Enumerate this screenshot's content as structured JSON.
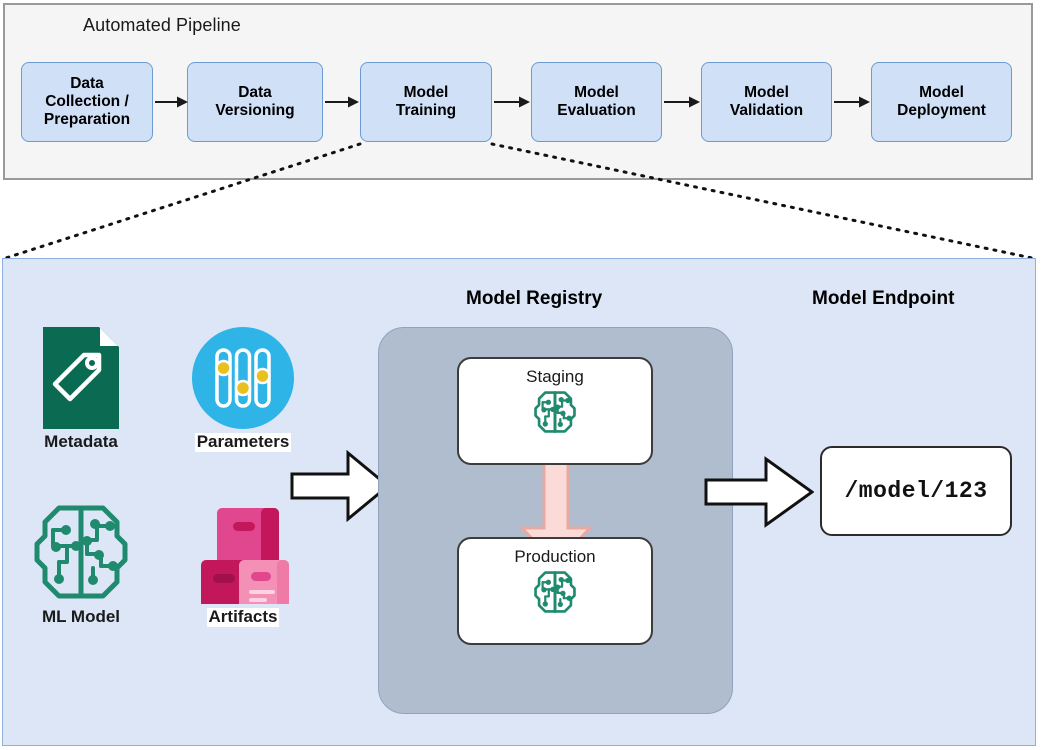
{
  "pipeline": {
    "title": "Automated Pipeline",
    "stages": [
      {
        "label": "Data\nCollection /\nPreparation",
        "name": "stage-data-collection"
      },
      {
        "label": "Data\nVersioning",
        "name": "stage-data-versioning"
      },
      {
        "label": "Model\nTraining",
        "name": "stage-model-training"
      },
      {
        "label": "Model\nEvaluation",
        "name": "stage-model-evaluation"
      },
      {
        "label": "Model\nValidation",
        "name": "stage-model-validation"
      },
      {
        "label": "Model\nDeployment",
        "name": "stage-model-deployment"
      }
    ]
  },
  "detail": {
    "headings": {
      "registry": "Model Registry",
      "endpoint": "Model Endpoint"
    },
    "assets": [
      {
        "label": "Metadata",
        "icon": "document-tag-icon"
      },
      {
        "label": "Parameters",
        "icon": "sliders-circle-icon"
      },
      {
        "label": "ML Model",
        "icon": "brain-circuit-icon"
      },
      {
        "label": "Artifacts",
        "icon": "boxes-icon"
      }
    ],
    "registry_stages": [
      {
        "label": "Staging",
        "icon": "brain-circuit-icon"
      },
      {
        "label": "Production",
        "icon": "brain-circuit-icon"
      }
    ],
    "endpoint_path": "/model/123"
  },
  "colors": {
    "pipeline_panel_bg": "#f5f5f5",
    "pipeline_panel_border": "#999999",
    "stage_box_bg": "#cfe0f7",
    "stage_box_border": "#6b9bd2",
    "detail_panel_bg": "#dce6f7",
    "detail_panel_border": "#8fb0da",
    "registry_bg": "#b0bdcf",
    "metadata_green": "#0b6b52",
    "parameters_blue": "#2eb4e6",
    "parameters_knob": "#e8c020",
    "brain_teal": "#1f8a6d",
    "artifacts_dark_pink": "#c2185b",
    "artifacts_mid_pink": "#e0478f",
    "artifacts_light_pink": "#f48fb6",
    "promote_arrow_fill": "#fadbd8",
    "promote_arrow_stroke": "#e8a9a0"
  }
}
